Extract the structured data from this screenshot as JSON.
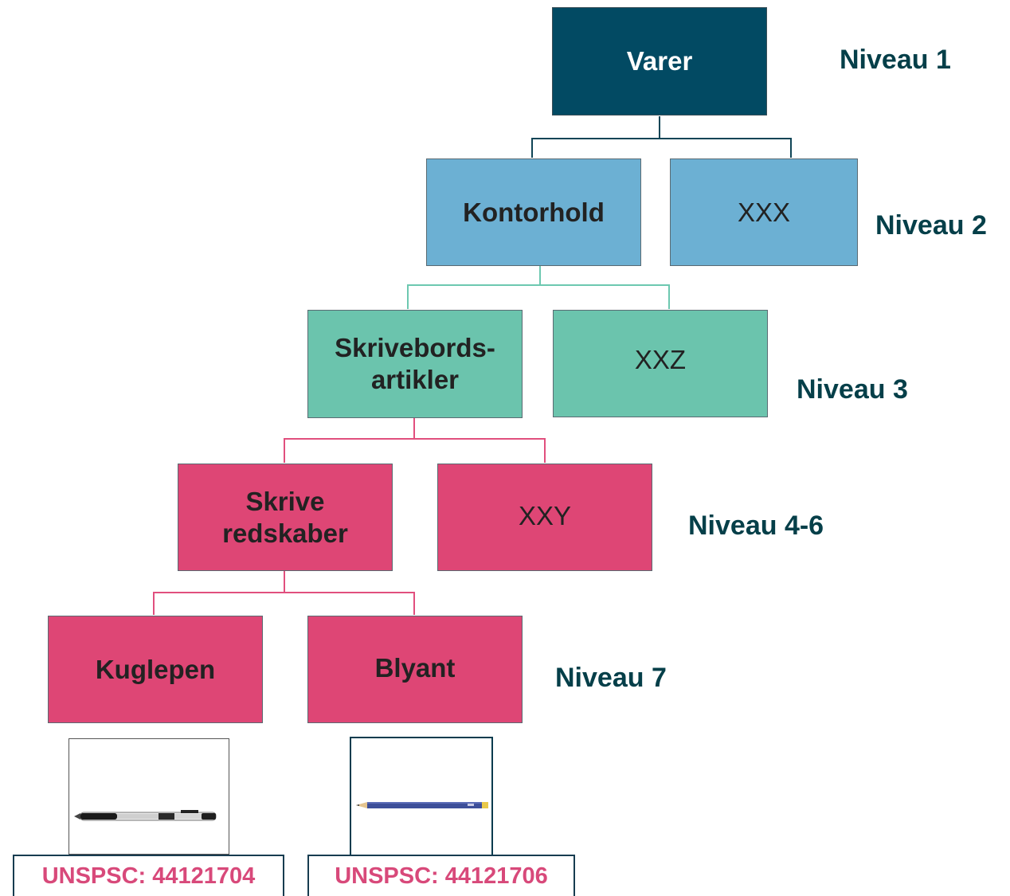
{
  "nodes": {
    "varer": "Varer",
    "kontorhold": "Kontorhold",
    "xxx": "XXX",
    "skrivebords_line1": "Skrivebords-",
    "skrivebords_line2": "artikler",
    "xxz": "XXZ",
    "skrive_line1": "Skrive",
    "skrive_line2": "redskaber",
    "xxy": "XXY",
    "kuglepen": "Kuglepen",
    "blyant": "Blyant"
  },
  "levels": {
    "l1": "Niveau 1",
    "l2": "Niveau 2",
    "l3": "Niveau 3",
    "l4": "Niveau 4-6",
    "l7": "Niveau 7"
  },
  "products": {
    "pen_code": "UNSPSC: 44121704",
    "pencil_code": "UNSPSC: 44121706",
    "pen_icon": "ballpoint-pen-photo",
    "pencil_icon": "pencil-photo"
  },
  "colors": {
    "level1": "#024a63",
    "level2": "#6cb0d3",
    "level3": "#6bc4ad",
    "level4_7": "#de4675",
    "connector_level2": "#0f4556",
    "connector_level3": "#6dc8b0",
    "connector_level4_7": "#e14f7e",
    "code_text": "#d8497a"
  }
}
